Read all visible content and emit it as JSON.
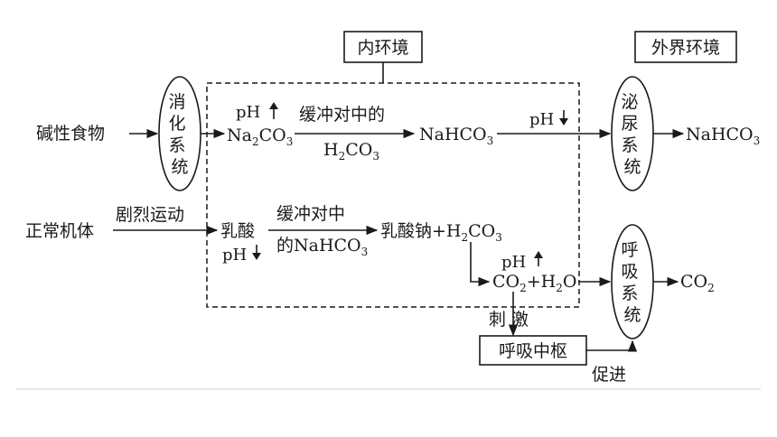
{
  "labels": {
    "internal_env": "内环境",
    "external_env": "外界环境",
    "alkaline_food": "碱性食物",
    "digestive_system": [
      "消",
      "化",
      "系",
      "统"
    ],
    "urinary_system": [
      "泌",
      "尿",
      "系",
      "统"
    ],
    "respiratory_system": [
      "呼",
      "吸",
      "系",
      "统"
    ],
    "normal_body": "正常机体",
    "vigorous_exercise": "剧烈运动",
    "ph": "pH",
    "buffer_neutralize_top": "缓冲对中的",
    "buffer_neutralize_mid": "缓冲对中",
    "buffer_mid_2": "的NaHCO",
    "h2co3_h": "H",
    "h2co3_co": "CO",
    "na2co3_na": "Na",
    "na2co3_co": "CO",
    "nahco3": "NaHCO",
    "lactic_acid": "乳酸",
    "sodium_lactate_plus": "乳酸钠+H",
    "sodium_lactate_co": "CO",
    "co2_h2o_co": "CO",
    "co2_h2o_plus_h": "+H",
    "co2_h2o_o": "O",
    "co2_out": "CO",
    "stimulate": "刺 激",
    "respiratory_center": "呼吸中枢",
    "promote": "促进",
    "sub2": "2",
    "sub3": "3"
  }
}
